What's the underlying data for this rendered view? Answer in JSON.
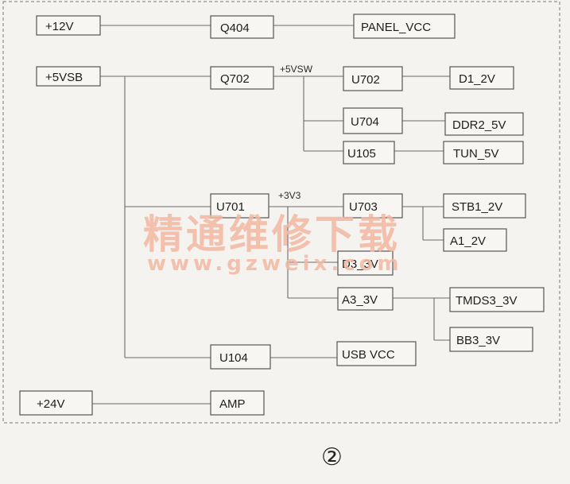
{
  "blocks": {
    "p12v": "+12V",
    "p5vsb": "+5VSB",
    "p24v": "+24V",
    "q404": "Q404",
    "q702": "Q702",
    "u701": "U701",
    "u104": "U104",
    "amp": "AMP",
    "panel_vcc": "PANEL_VCC",
    "u702": "U702",
    "u704": "U704",
    "u105": "U105",
    "u703": "U703",
    "d3_3v": "D3_3V",
    "a3_3v": "A3_3V",
    "usb_vcc": "USB VCC",
    "d1_2v": "D1_2V",
    "ddr2_5v": "DDR2_5V",
    "tun_5v": "TUN_5V",
    "stb1_2v": "STB1_2V",
    "a1_2v": "A1_2V",
    "tmds3_3v": "TMDS3_3V",
    "bb3_3v": "BB3_3V"
  },
  "nets": {
    "p5vsw": "+5VSW",
    "p3v3": "+3V3"
  },
  "watermark": {
    "cn": "精通维修下载",
    "url": "www.gzweix.com"
  },
  "figure_number": "②"
}
